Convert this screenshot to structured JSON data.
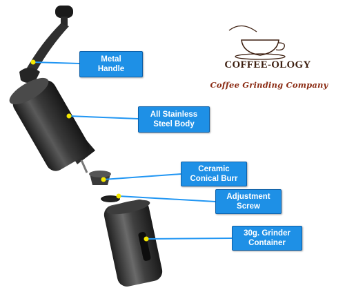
{
  "brand": {
    "name": "COFFEE-OLOGY",
    "tagline": "Coffee Grinding Company",
    "cup_color": "#3b1d0e",
    "tagline_color": "#8a2a12"
  },
  "callouts": [
    {
      "id": "handle",
      "lines": [
        "Metal",
        "Handle"
      ]
    },
    {
      "id": "body",
      "lines": [
        "All Stainless",
        "Steel Body"
      ]
    },
    {
      "id": "burr",
      "lines": [
        "Ceramic",
        "Conical Burr"
      ]
    },
    {
      "id": "screw",
      "lines": [
        "Adjustment",
        "Screw"
      ]
    },
    {
      "id": "container",
      "lines": [
        "30g. Grinder",
        "Container"
      ]
    }
  ],
  "colors": {
    "callout_fill": "#1e90e6",
    "callout_border": "#0b5fa8",
    "leader": "#2196f3",
    "leader_dot": "#f5e800",
    "metal_dark": "#2a2a2a"
  }
}
